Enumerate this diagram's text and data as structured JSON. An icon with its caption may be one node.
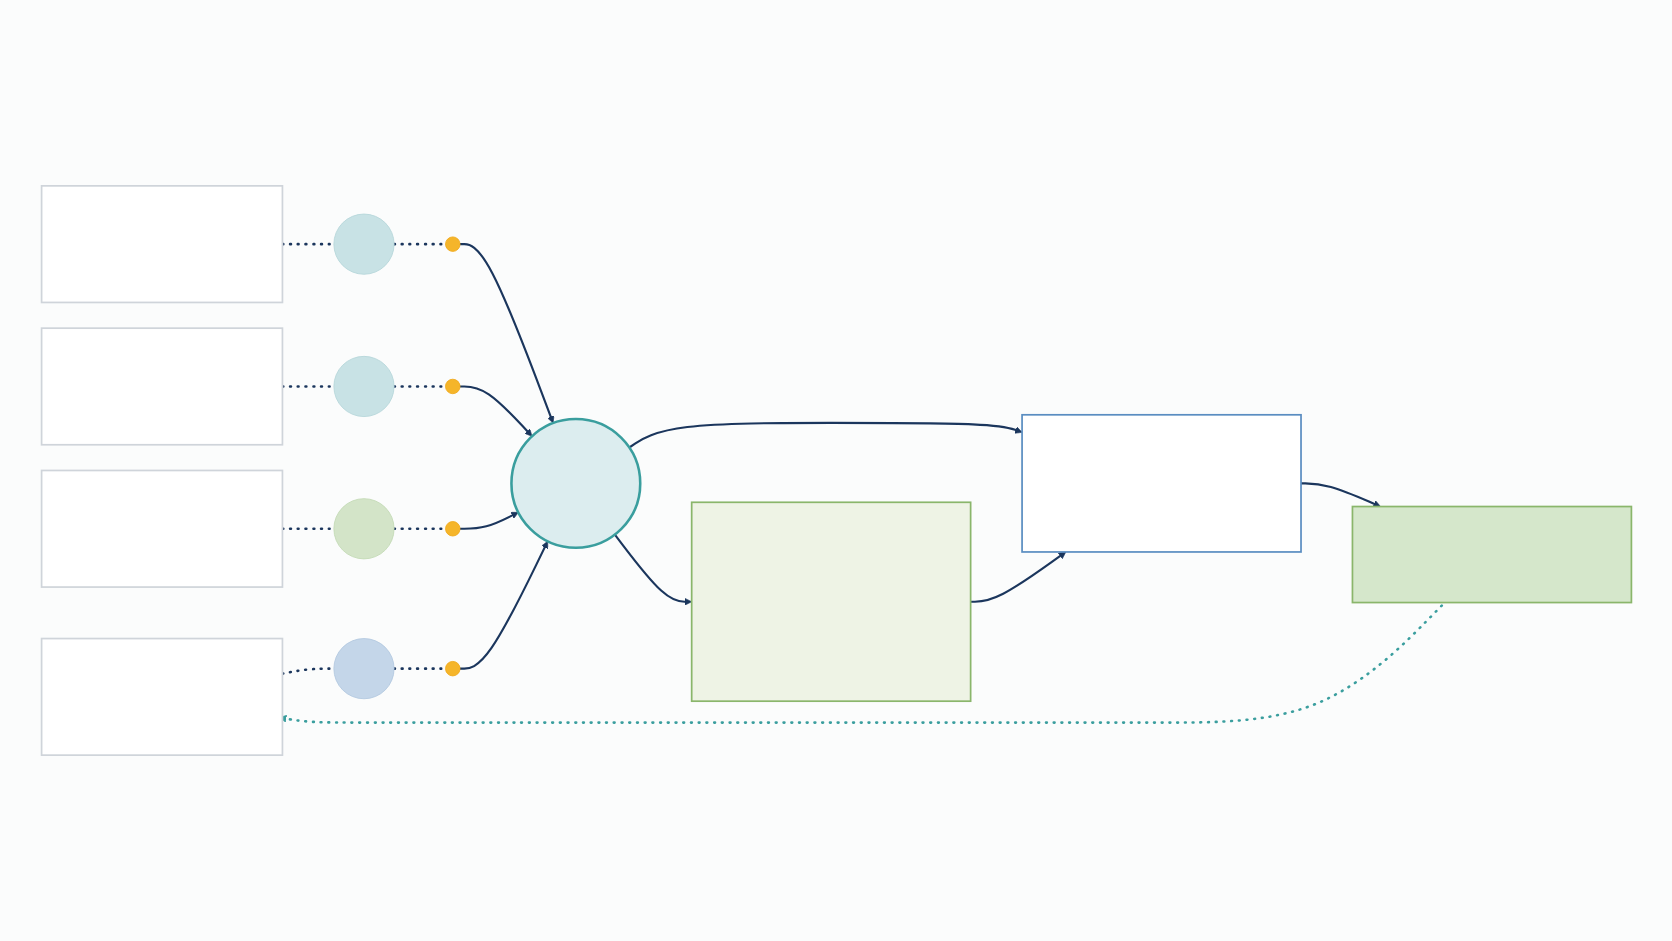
{
  "diagram": {
    "nodes": [
      {
        "text": [],
        "shape": "box"
      },
      {
        "text": [],
        "shape": "box"
      },
      {
        "text": [],
        "shape": "box"
      },
      {
        "text": [],
        "shape": "box"
      },
      {
        "text": [],
        "shape": "person"
      },
      {
        "text": [],
        "shape": "person"
      },
      {
        "text": [],
        "shape": "person"
      },
      {
        "text": [],
        "shape": "person"
      },
      {
        "text": [],
        "shape": "circle"
      },
      {
        "text": [],
        "shape": "circle"
      },
      {
        "text": [],
        "shape": "circle"
      },
      {
        "text": [],
        "shape": "circle"
      },
      {
        "text": [],
        "shape": "circle"
      },
      {
        "text": [],
        "shape": "box"
      },
      {
        "text": [],
        "shape": "box"
      },
      {
        "text": [],
        "shape": "box"
      }
    ],
    "edges": [
      {
        "from": 0,
        "to": 4,
        "arrow": "none",
        "style": "dashed"
      },
      {
        "from": 1,
        "to": 5,
        "arrow": "none",
        "style": "dashed"
      },
      {
        "from": 2,
        "to": 6,
        "arrow": "none",
        "style": "dashed"
      },
      {
        "from": 3,
        "to": 7,
        "arrow": "none",
        "style": "dashed"
      },
      {
        "from": 4,
        "to": 8,
        "arrow": "none",
        "style": "dashed"
      },
      {
        "from": 5,
        "to": 9,
        "arrow": "none",
        "style": "dashed"
      },
      {
        "from": 6,
        "to": 10,
        "arrow": "none",
        "style": "dashed"
      },
      {
        "from": 7,
        "to": 11,
        "arrow": "none",
        "style": "dashed"
      },
      {
        "from": 8,
        "to": 12,
        "arrow": "to"
      },
      {
        "from": 9,
        "to": 12,
        "arrow": "to"
      },
      {
        "from": 10,
        "to": 12,
        "arrow": "to"
      },
      {
        "from": 11,
        "to": 12,
        "arrow": "to"
      },
      {
        "from": 12,
        "to": 13,
        "arrow": "to"
      },
      {
        "from": 12,
        "to": 14,
        "arrow": "to"
      },
      {
        "from": 13,
        "to": 14,
        "arrow": "to"
      },
      {
        "from": 14,
        "to": 15,
        "arrow": "to"
      },
      {
        "from": 15,
        "to": 3,
        "arrow": "to",
        "style": "dashed",
        "color": "#3a9e9e"
      }
    ]
  }
}
